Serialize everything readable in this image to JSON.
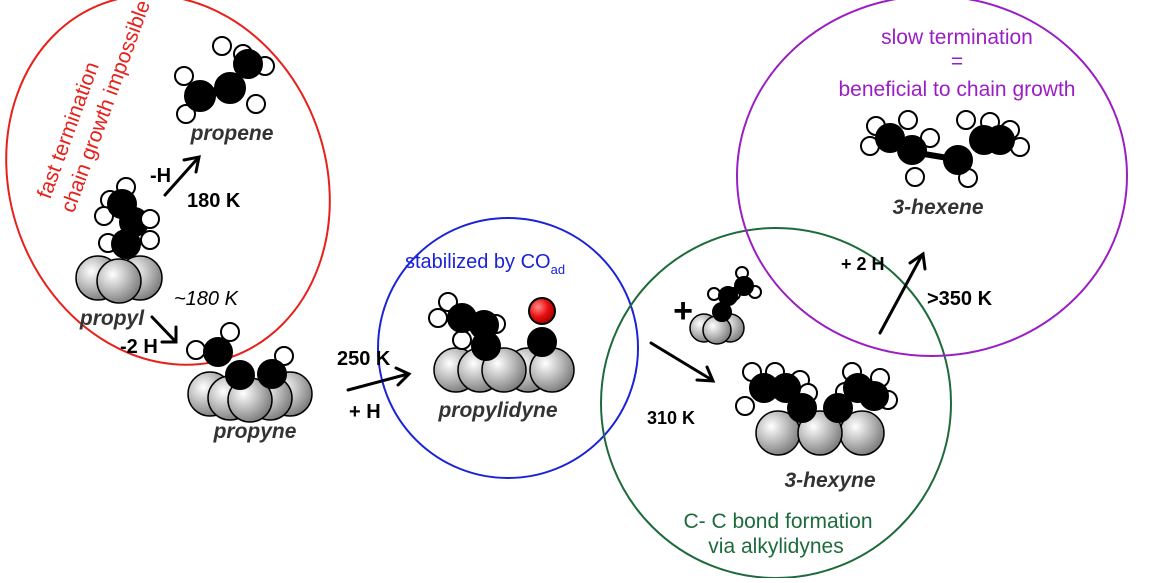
{
  "colors": {
    "red": "#e8201a",
    "blue": "#1a23d6",
    "green": "#1d6b3c",
    "purple": "#9b1ec4",
    "oxygen": "#e81010",
    "surface_atom": "#b0b0b0",
    "carbon": "#000000",
    "hydrogen": "#ffffff"
  },
  "regions": {
    "red": {
      "line1": "fast termination",
      "line2": "chain growth impossible"
    },
    "blue": {
      "label": "stabilized by CO",
      "subscript": "ad"
    },
    "green": {
      "line1": "C- C bond formation",
      "line2": "via alkylidynes"
    },
    "purple": {
      "line1": "slow termination",
      "line2": "=",
      "line3": "beneficial to chain growth"
    }
  },
  "species": {
    "propene": "propene",
    "propyl": "propyl",
    "propyne": "propyne",
    "propylidyne": "propylidyne",
    "hexyne": "3-hexyne",
    "hexene": "3-hexene"
  },
  "steps": {
    "propene": {
      "reagent": "-H",
      "temp": "180 K"
    },
    "propyne": {
      "temp": "~180 K",
      "reagent": "-2 H"
    },
    "propylidyne": {
      "temp": "250 K",
      "reagent": "+ H"
    },
    "hexyne": {
      "plus": "+",
      "temp": "310 K"
    },
    "hexene": {
      "reagent": "+ 2 H",
      "temp": ">350 K"
    }
  }
}
